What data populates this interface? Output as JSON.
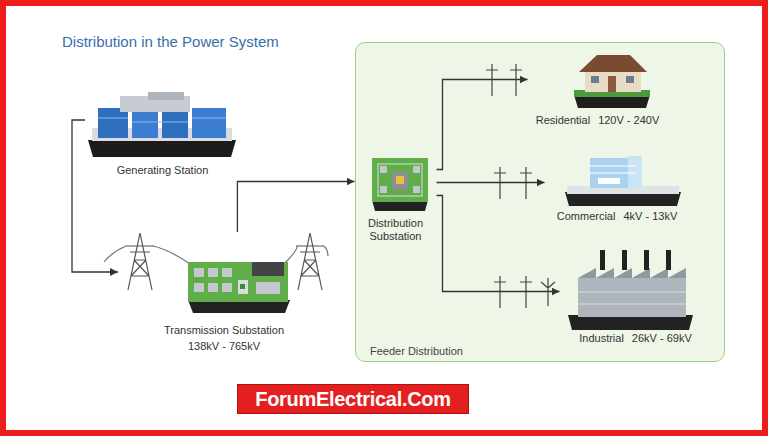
{
  "diagram": {
    "title": "Distribution in the Power System",
    "nodes": [
      {
        "text": [
          "Generating Station"
        ]
      },
      {
        "text": [
          "Transmission Substation",
          "138kV - 765kV"
        ]
      },
      {
        "text": [
          "Feeder Distribution"
        ]
      },
      {
        "text": [
          "Distribution Substation"
        ],
        "in": 2
      },
      {
        "text": [
          "Residential",
          "120V - 240V"
        ],
        "in": 2
      },
      {
        "text": [
          "Commercial",
          "4kV - 13kV"
        ],
        "in": 2
      },
      {
        "text": [
          "Industrial",
          "26kV - 69kV"
        ],
        "in": 2
      }
    ],
    "edges": [
      {
        "from": 0,
        "to": 1,
        "arrow": "to"
      },
      {
        "from": 1,
        "to": 3,
        "arrow": "to"
      },
      {
        "from": 3,
        "to": 4,
        "arrow": "to"
      },
      {
        "from": 3,
        "to": 5,
        "arrow": "to"
      },
      {
        "from": 3,
        "to": 6,
        "arrow": "to"
      }
    ],
    "labels": [
      "ForumElectrical.Com"
    ]
  }
}
